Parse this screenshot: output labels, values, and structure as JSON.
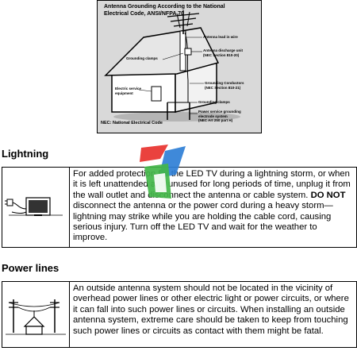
{
  "diagram": {
    "title_line1": "Antenna Grounding According to the National",
    "title_line2": "Electrical Code, ANSI/NFPA 70",
    "labels": {
      "lead_in": "Antenna lead in wire",
      "discharge_1": "Antenna discharge unit",
      "discharge_2": "(NEC Section 810-20)",
      "clamps_top": "Grounding clamps",
      "service_1": "Electric service",
      "service_2": "equipment",
      "conductors_1": "Grounding Conductors",
      "conductors_2": "(NEC Section 810-21)",
      "clamps_bottom": "Grounding clamps",
      "electrode_1": "Power service grounding",
      "electrode_2": "electrode system",
      "electrode_3": "(NEC Art 250 part H)",
      "nec": "NEC: National Electrical Code"
    }
  },
  "sections": {
    "lightning": {
      "heading": "Lightning",
      "text_before": "For added protection for the LED TV during a lightning storm, or when it is left unattended and unused for long periods of time, unplug it from the wall outlet and disconnect the antenna or cable system. ",
      "bold": "DO NOT",
      "text_after": " disconnect the antenna or the power cord during a heavy storm—lightning may strike while you are holding the cable cord, causing serious injury. Turn off the LED TV and wait for the weather to improve.",
      "icon": "tv-plug-icon"
    },
    "power_lines": {
      "heading": "Power lines",
      "text": "An outside antenna system should not be located in the vicinity of overhead power lines or other electric light or power circuits, or where it can fall into such power lines or circuits. When installing an outside antenna system, extreme care should be taken to keep from touching such power lines or circuits as contact with them might be fatal.",
      "icon": "power-lines-house-icon"
    }
  },
  "colors": {
    "diagram_bg": "#d9d9d9",
    "logo_red": "#e8322e",
    "logo_blue": "#2f7fd6",
    "logo_green": "#43b649"
  }
}
